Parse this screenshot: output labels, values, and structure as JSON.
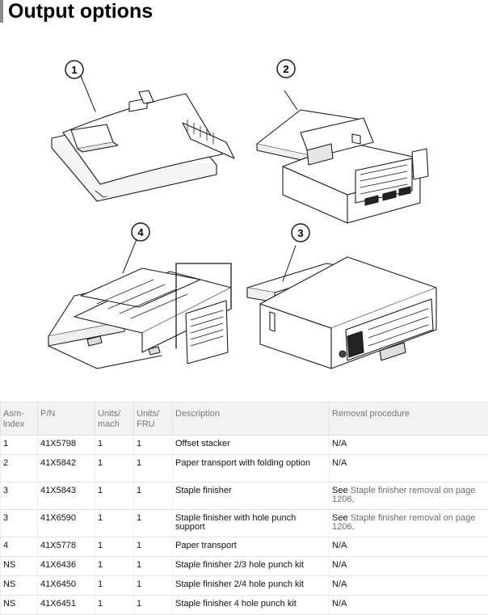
{
  "page": {
    "title": "Output options"
  },
  "figure": {
    "callouts": [
      "1",
      "2",
      "4",
      "3"
    ],
    "colors": {
      "line": "#1a1a1a",
      "fill": "#ffffff",
      "shade": "#d9d9d9"
    }
  },
  "table": {
    "headers": {
      "asm_index": "Asm-\nindex",
      "pn": "P/N",
      "units_mach": "Units/\nmach",
      "units_fru": "Units/\nFRU",
      "description": "Description",
      "removal": "Removal procedure"
    },
    "rows": [
      {
        "asm": "1",
        "pn": "41X5798",
        "um": "1",
        "uf": "1",
        "desc": "Offset stacker",
        "rem": "N/A"
      },
      {
        "asm": "2",
        "pn": "41X5842",
        "um": "1",
        "uf": "1",
        "desc": "Paper transport with folding option",
        "rem": "N/A"
      },
      {
        "asm": "3",
        "pn": "41X5843",
        "um": "1",
        "uf": "1",
        "desc": "Staple finisher",
        "rem_prefix": "See ",
        "rem_link": "Staple finisher removal on page 1206",
        "rem_suffix": "."
      },
      {
        "asm": "3",
        "pn": "41X6590",
        "um": "1",
        "uf": "1",
        "desc": "Staple finisher with hole punch support",
        "rem_prefix": "See ",
        "rem_link": "Staple finisher removal on page 1206",
        "rem_suffix": "."
      },
      {
        "asm": "4",
        "pn": "41X5778",
        "um": "1",
        "uf": "1",
        "desc": "Paper transport",
        "rem": "N/A"
      },
      {
        "asm": "NS",
        "pn": "41X6436",
        "um": "1",
        "uf": "1",
        "desc": "Staple finisher 2/3 hole punch kit",
        "rem": "N/A"
      },
      {
        "asm": "NS",
        "pn": "41X6450",
        "um": "1",
        "uf": "1",
        "desc": "Staple finisher 2/4 hole punch kit",
        "rem": "N/A"
      },
      {
        "asm": "NS",
        "pn": "41X6451",
        "um": "1",
        "uf": "1",
        "desc": "Staple finisher 4 hole punch kit",
        "rem": "N/A"
      }
    ]
  }
}
